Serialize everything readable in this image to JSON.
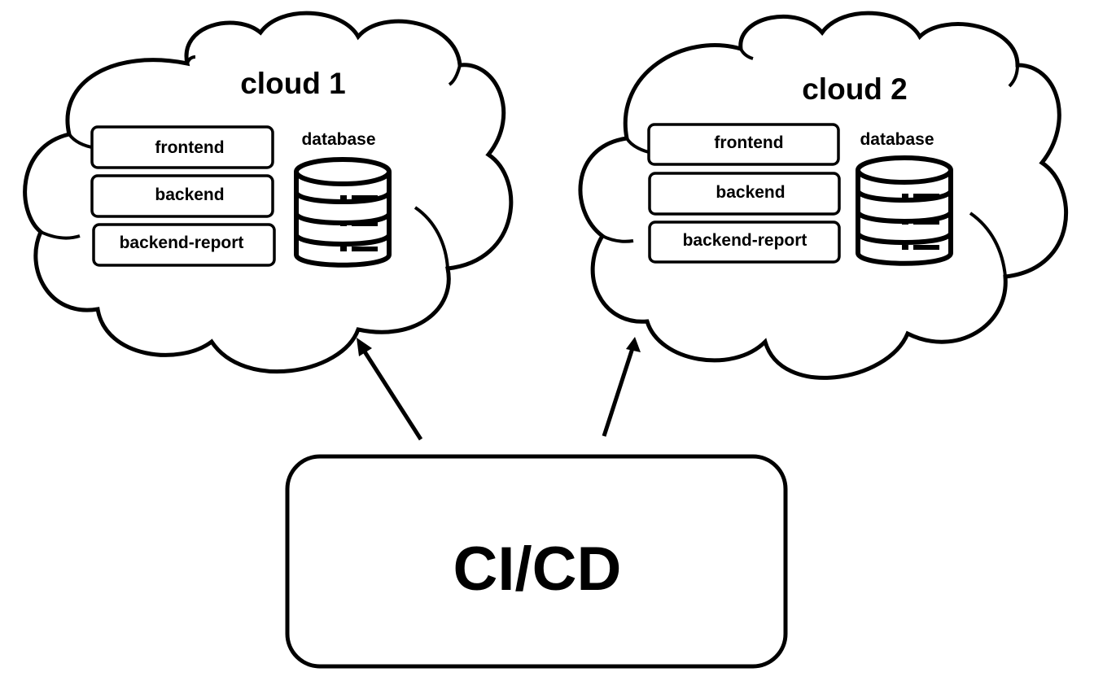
{
  "clouds": [
    {
      "title": "cloud 1",
      "services": [
        "frontend",
        "backend",
        "backend-report"
      ],
      "database_label": "database"
    },
    {
      "title": "cloud 2",
      "services": [
        "frontend",
        "backend",
        "backend-report"
      ],
      "database_label": "database"
    }
  ],
  "pipeline": {
    "label": "CI/CD"
  }
}
